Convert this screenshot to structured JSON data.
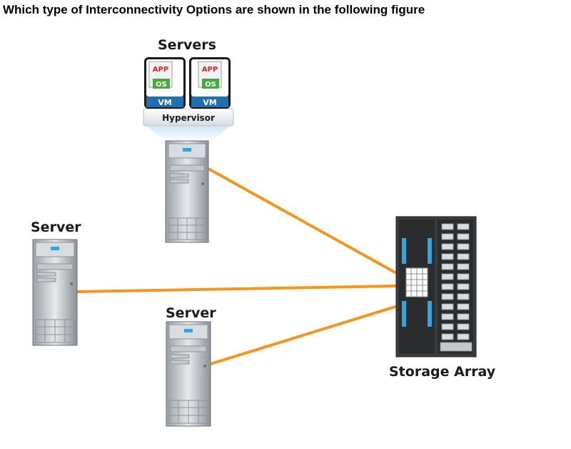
{
  "question": "Which type of Interconnectivity Options are shown in the following figure",
  "labels": {
    "servers_top": "Servers",
    "server_left": "Server",
    "server_bottom": "Server",
    "storage": "Storage Array"
  },
  "vm_block": {
    "vms": [
      {
        "app": "APP",
        "os": "OS",
        "vm": "VM"
      },
      {
        "app": "APP",
        "os": "OS",
        "vm": "VM"
      }
    ],
    "hypervisor": "Hypervisor"
  },
  "colors": {
    "link": "#f7941d",
    "vm_blue": "#1f6fb2",
    "os_green": "#4aa93c",
    "app_red": "#d9262c",
    "storage_accent": "#2fa6e0"
  }
}
